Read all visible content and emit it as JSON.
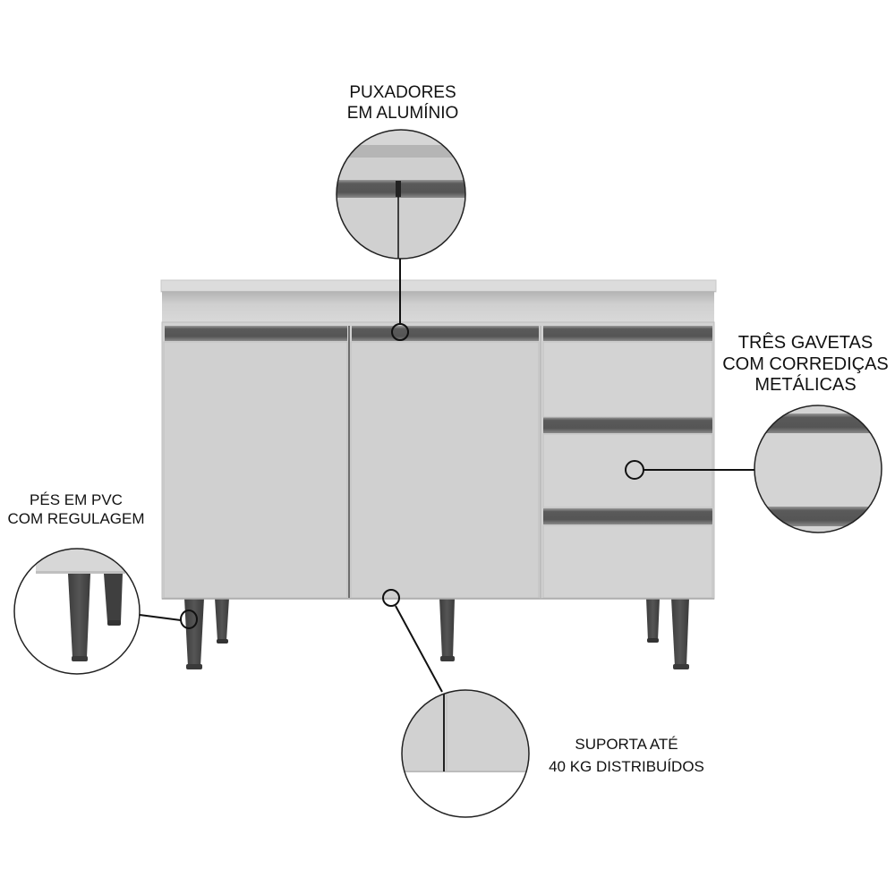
{
  "product": {
    "name": "Kitchen cabinet base (balcão) with 2 doors and 3 drawers",
    "colors": {
      "background": "#ffffff",
      "body": "#d3d3d3",
      "top": "#dedede",
      "handle": "#5e5e5e",
      "leg": "#4a4a4a",
      "callout_line": "#111111"
    }
  },
  "callouts": [
    {
      "id": "handles",
      "lines": [
        "PUXADORES",
        "EM ALUMÍNIO"
      ],
      "detail": "aluminum-handle-closeup"
    },
    {
      "id": "drawers",
      "lines": [
        "TRÊS GAVETAS",
        "COM CORREDIÇAS",
        "METÁLICAS"
      ],
      "detail": "drawer-slides-closeup"
    },
    {
      "id": "feet",
      "lines": [
        "PÉS EM PVC",
        "COM REGULAGEM"
      ],
      "detail": "adjustable-pvc-feet-closeup"
    },
    {
      "id": "load",
      "lines": [
        "SUPORTA ATÉ",
        "40 KG DISTRIBUÍDOS"
      ],
      "detail": "door-joint-closeup"
    }
  ]
}
